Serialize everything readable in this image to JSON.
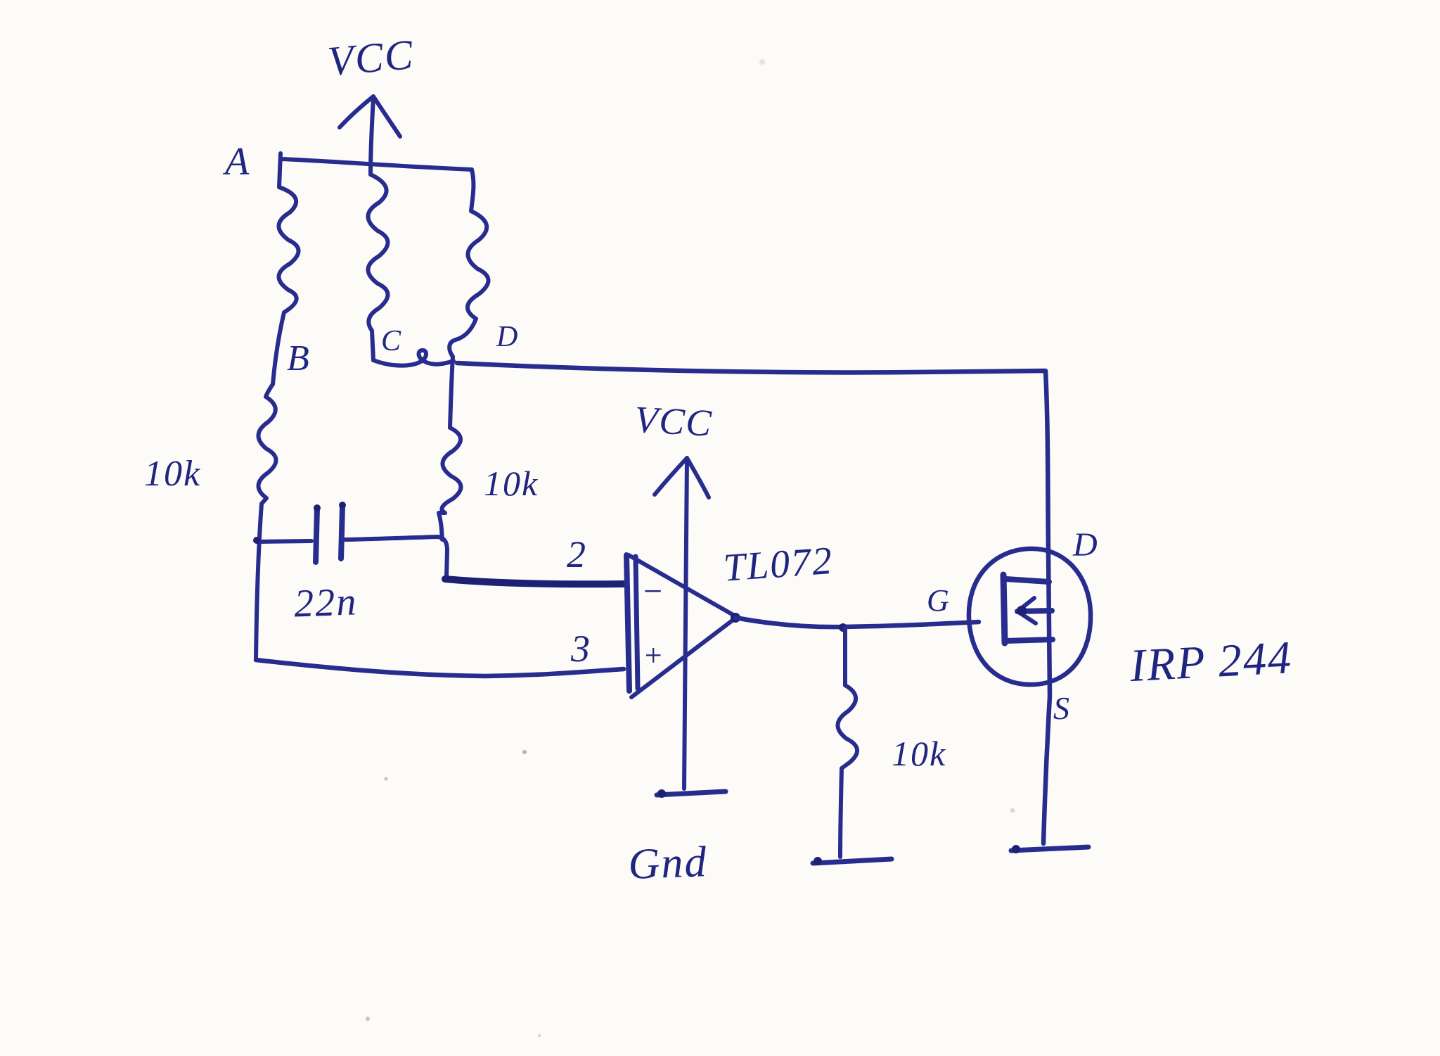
{
  "colors": {
    "paper": "#fcfbf8",
    "ink": "#272c8e",
    "ink_dark": "#1e2173",
    "label_ink": "#20257f"
  },
  "schematic": {
    "power": {
      "vcc_top": "VCC",
      "vcc_opamp": "VCC",
      "gnd": "Gnd"
    },
    "nodes": {
      "a": "A",
      "b": "B",
      "c": "C",
      "d": "D"
    },
    "resistors": {
      "left": "10k",
      "middle": "10k",
      "output": "10k"
    },
    "capacitor": {
      "value": "22n"
    },
    "opamp": {
      "part": "TL072",
      "pin_inverting": "2",
      "pin_noninverting": "3",
      "minus": "−",
      "plus": "+"
    },
    "mosfet": {
      "part": "IRP 244",
      "gate": "G",
      "drain": "D",
      "source": "S"
    }
  }
}
